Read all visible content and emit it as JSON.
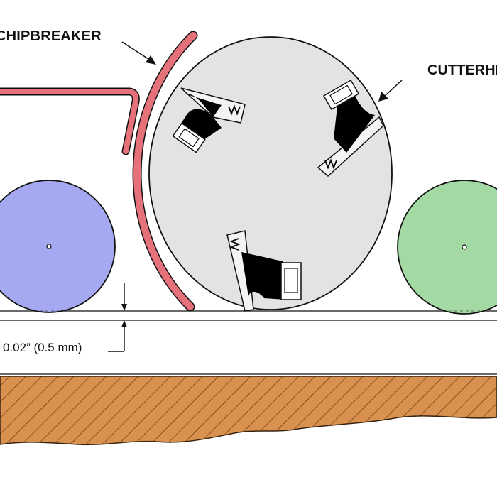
{
  "labels": {
    "chipbreaker": "CHIPBREAKER",
    "cutterhead": "CUTTERHEAD",
    "gap": "0.02” (0.5 mm)"
  },
  "colors": {
    "outfeed_roller": "#a3d9a3",
    "infeed_roller": "#a4a9f2",
    "chipbreaker": "#e5727a",
    "cutterhead": "#e3e3e3",
    "board_wood": "#d9914f",
    "outline": "#111111"
  },
  "icons": {
    "knife_insert": "knife-insert-icon",
    "spring": "spring-icon"
  }
}
